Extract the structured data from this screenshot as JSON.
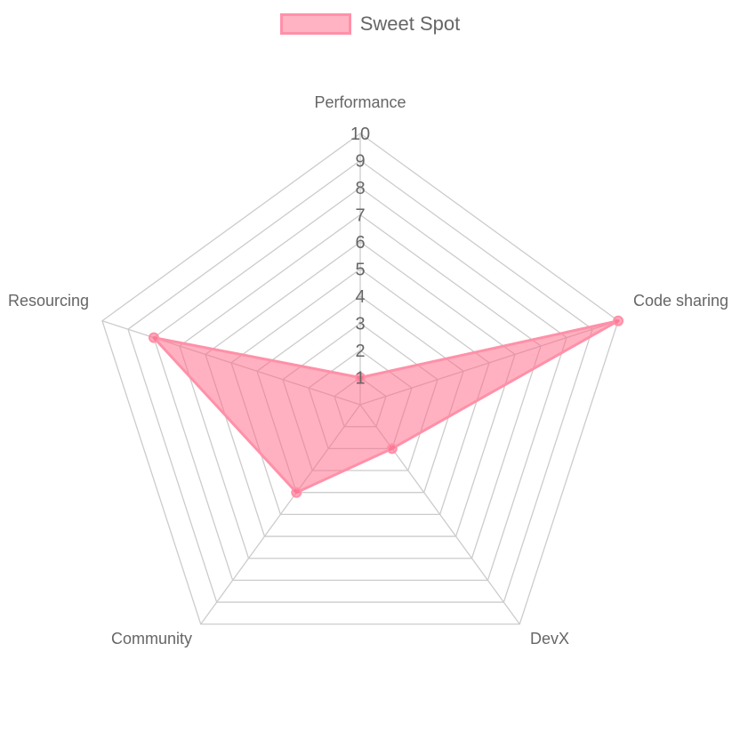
{
  "chart_data": {
    "type": "radar",
    "categories": [
      "Performance",
      "Code sharing",
      "DevX",
      "Community",
      "Resourcing"
    ],
    "series": [
      {
        "name": "Sweet Spot",
        "values": [
          1,
          10,
          2,
          4,
          8
        ]
      }
    ],
    "r_ticks": [
      "1",
      "2",
      "3",
      "4",
      "5",
      "6",
      "7",
      "8",
      "9",
      "10"
    ],
    "rlim": [
      0,
      10
    ],
    "grid": true,
    "legend_position": "top",
    "colors": {
      "fill": "#ff6384",
      "stroke": "#ff90a8",
      "point": "#ff6384",
      "grid": "#cccccc",
      "text": "#666666"
    }
  }
}
